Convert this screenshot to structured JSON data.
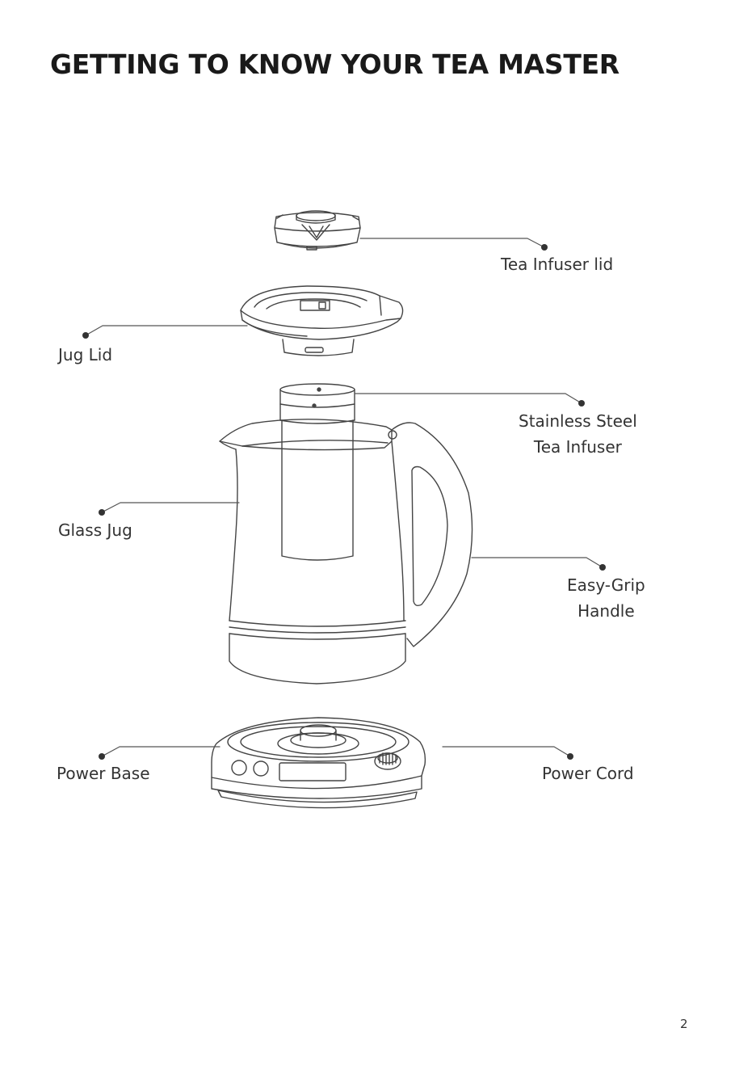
{
  "header": {
    "title": "GETTING TO KNOW YOUR TEA MASTER"
  },
  "parts": {
    "tea_infuser_lid": "Tea Infuser lid",
    "jug_lid": "Jug Lid",
    "stainless_steel_tea_infuser": [
      "Stainless Steel",
      "Tea Infuser"
    ],
    "glass_jug": "Glass Jug",
    "easy_grip_handle": [
      "Easy-Grip",
      "Handle"
    ],
    "power_base": "Power Base",
    "power_cord": "Power Cord"
  },
  "footer": {
    "page_number": "2"
  },
  "colors": {
    "line": "#444444",
    "text": "#333333",
    "title": "#1a1a1a"
  }
}
